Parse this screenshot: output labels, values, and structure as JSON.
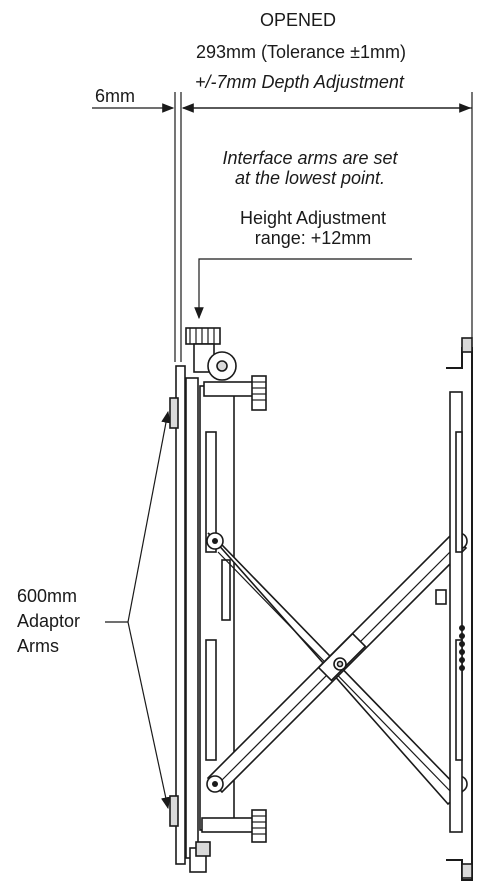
{
  "dimension": {
    "state": "OPENED",
    "length": "293mm (Tolerance ",
    "tolerance_symbol": "±",
    "tolerance_value": "1mm)",
    "depth_adjustment": "+/-7mm Depth Adjustment",
    "offset": "6mm"
  },
  "notes": {
    "interface_line1": "Interface arms are set",
    "interface_line2": "at the lowest point.",
    "height_line1": "Height Adjustment",
    "height_line2": "range: +12mm"
  },
  "callout": {
    "line1": "600mm",
    "line2": "Adaptor",
    "line3": "Arms"
  }
}
